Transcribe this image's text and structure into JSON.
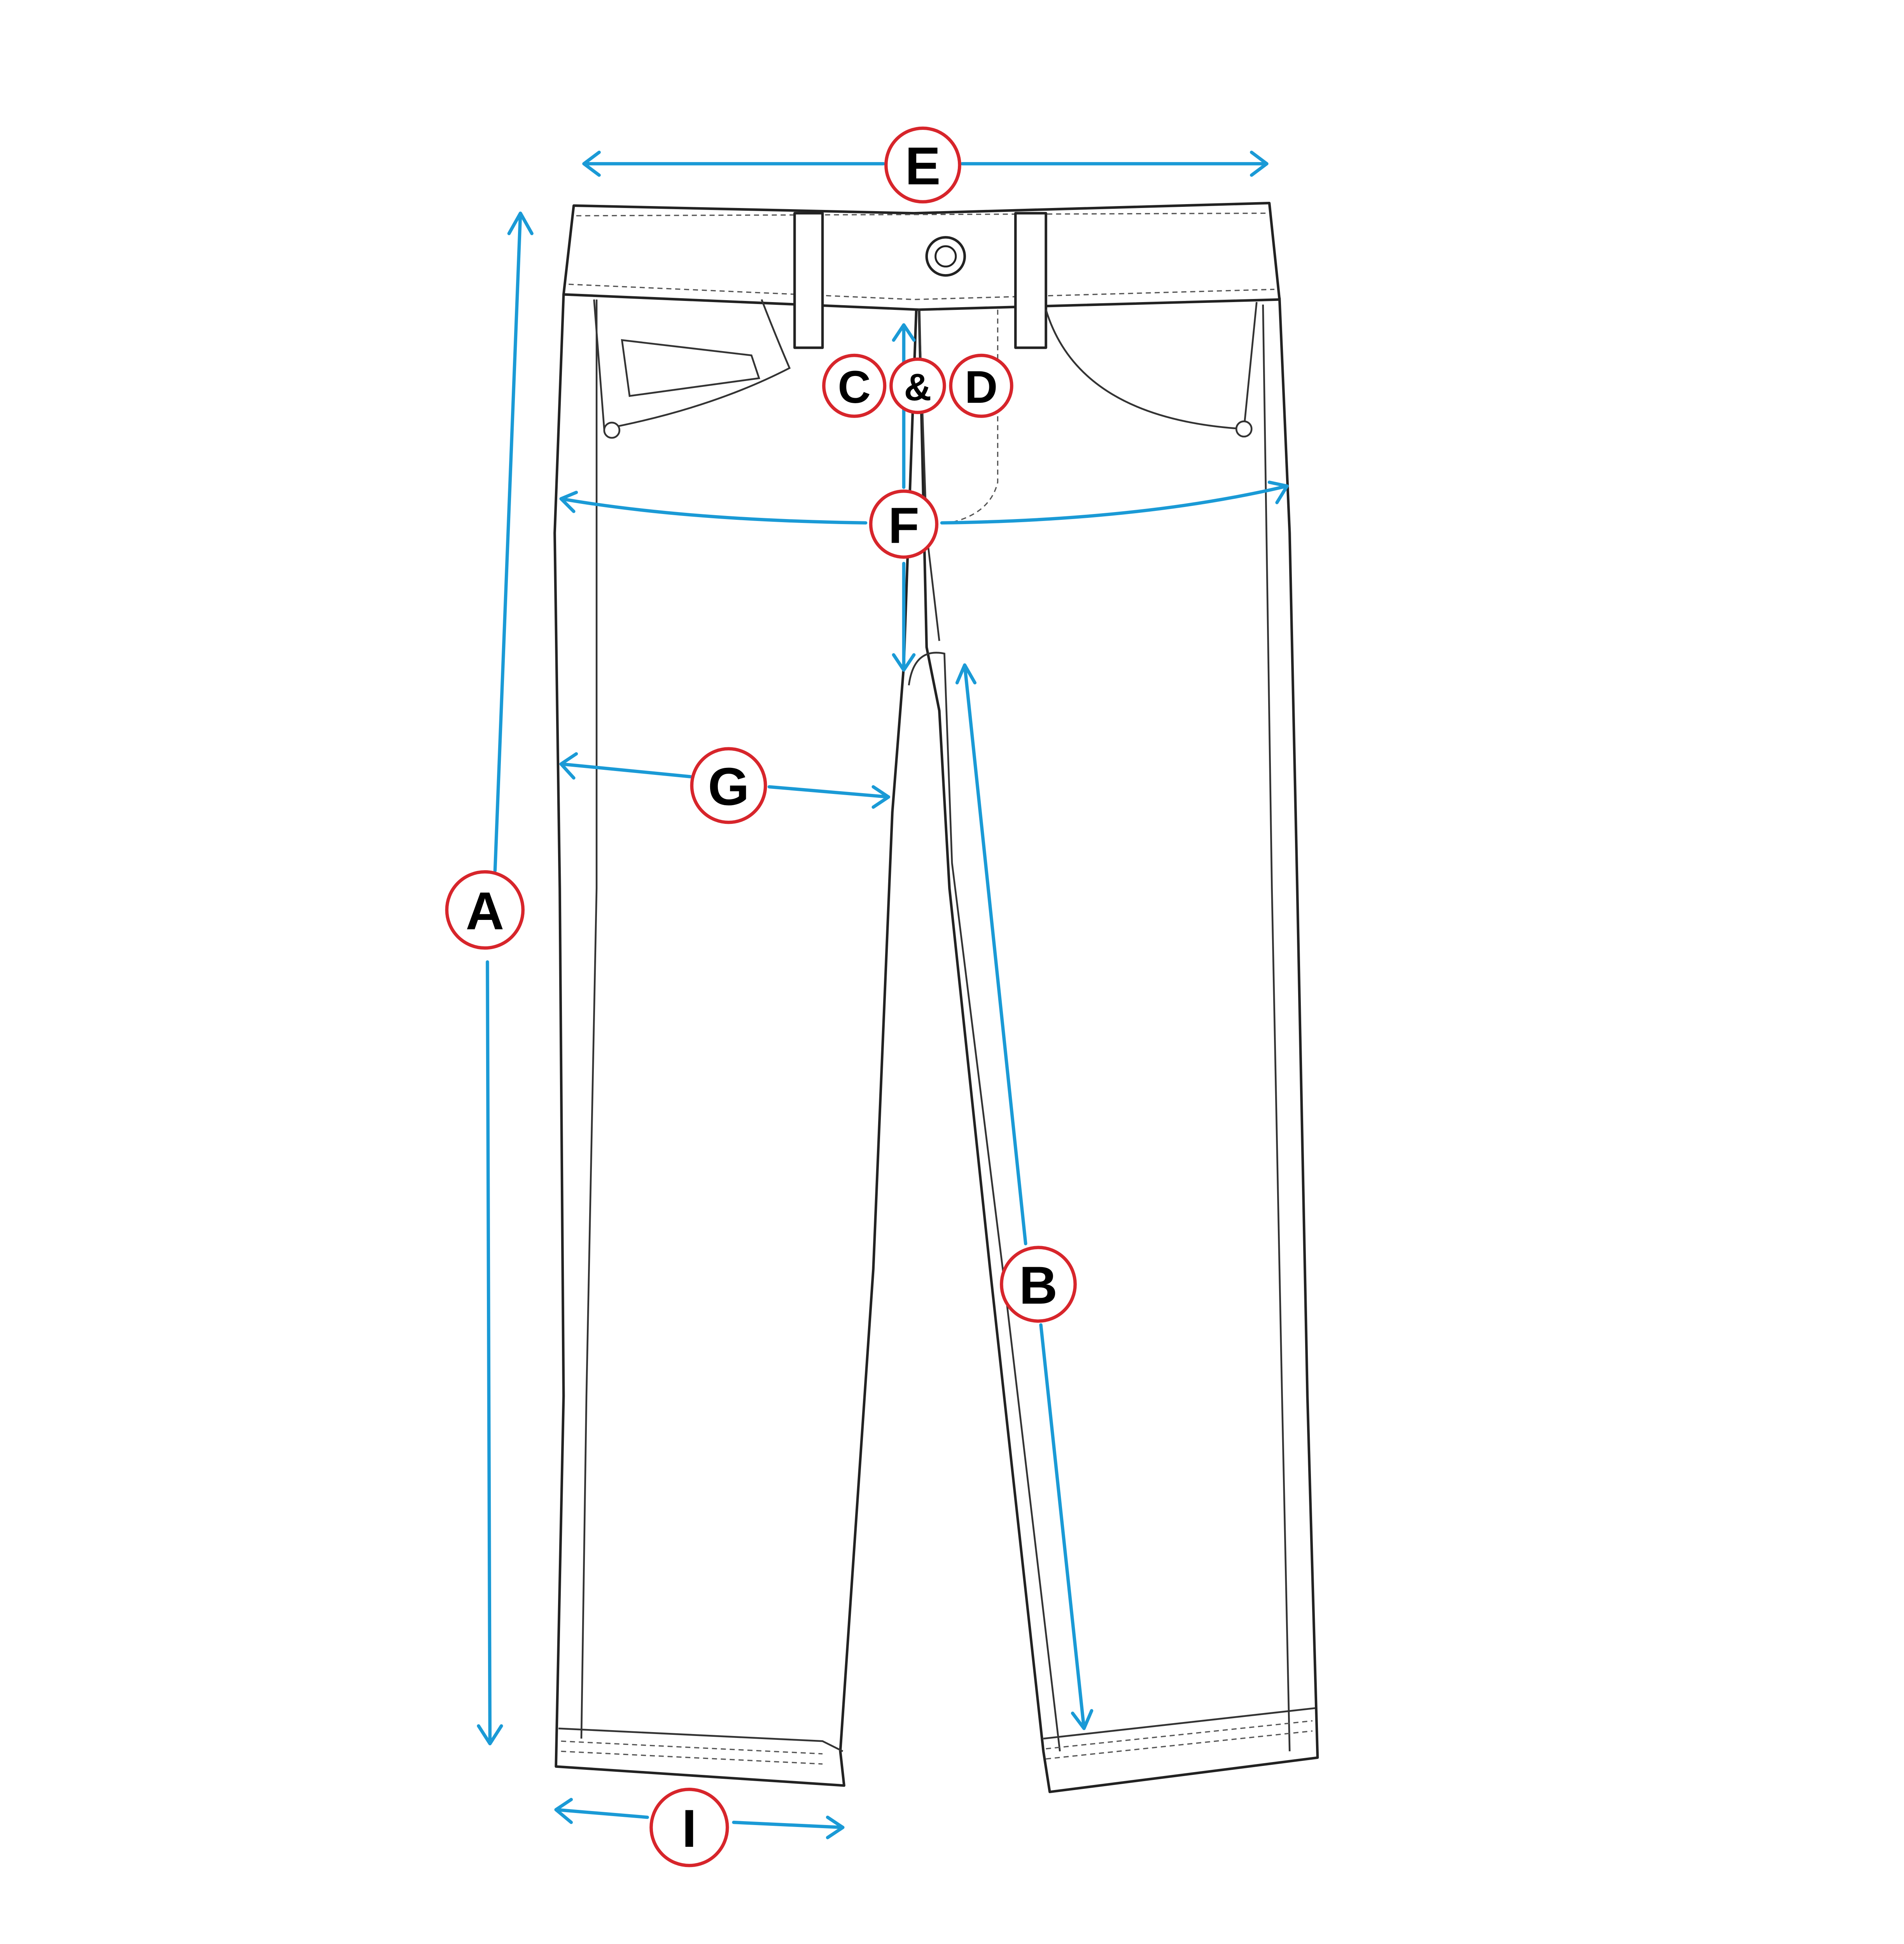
{
  "diagram": {
    "subject": "pants",
    "colors": {
      "arrow": "#1a9ad6",
      "badge": "#d7252b",
      "outline": "#222222"
    },
    "labels": {
      "A": "A",
      "B": "B",
      "C": "C",
      "amp": "&",
      "D": "D",
      "E": "E",
      "F": "F",
      "G": "G",
      "I": "I"
    }
  }
}
